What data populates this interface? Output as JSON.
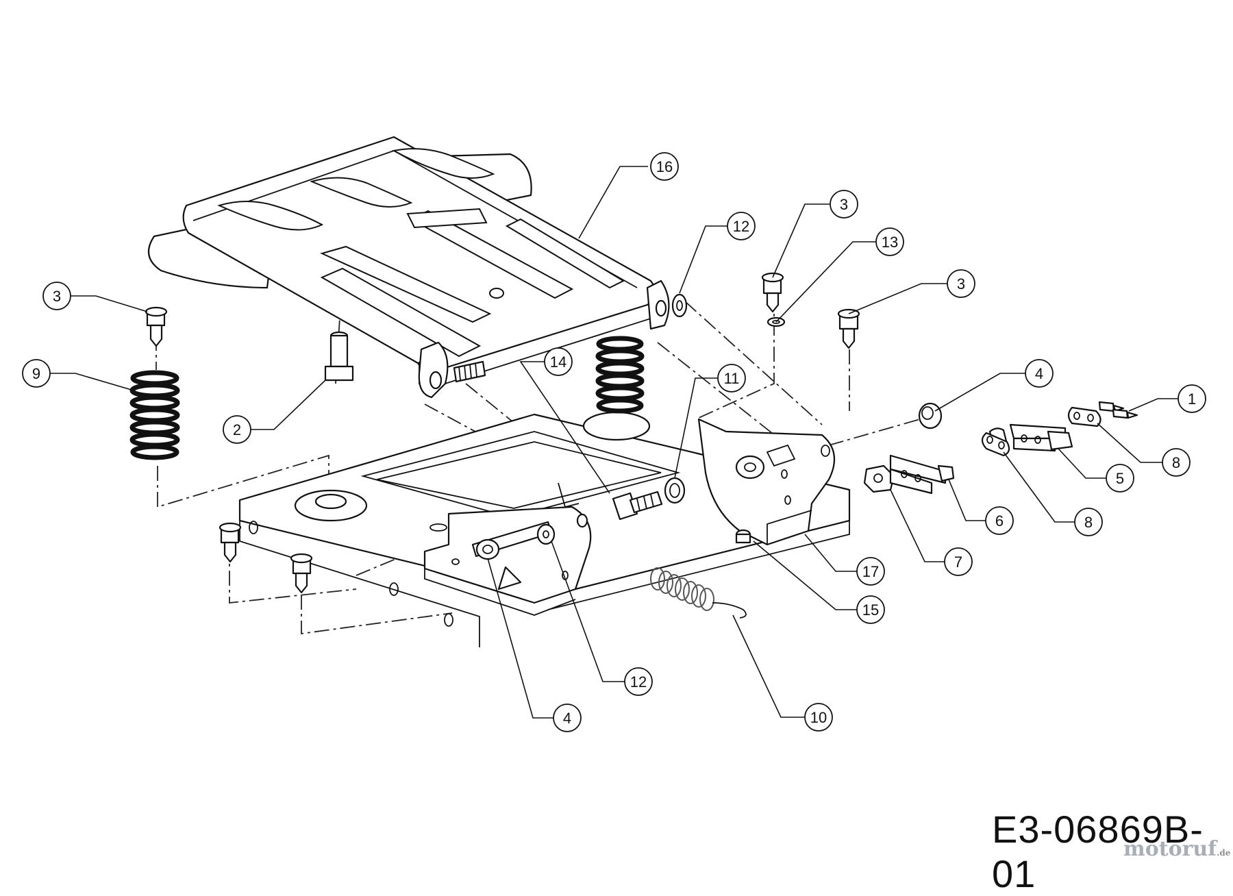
{
  "diagram": {
    "callouts": [
      {
        "label": "16",
        "target": "seat-plate"
      },
      {
        "label": "3",
        "target": "bolt-left"
      },
      {
        "label": "9",
        "target": "spring-left"
      },
      {
        "label": "2",
        "target": "pivot-pin"
      },
      {
        "label": "14",
        "target": "hinge-bolt"
      },
      {
        "label": "12",
        "target": "washer-top"
      },
      {
        "label": "3",
        "target": "bolt-center"
      },
      {
        "label": "13",
        "target": "lock-washer"
      },
      {
        "label": "3",
        "target": "bolt-right"
      },
      {
        "label": "11",
        "target": "ring"
      },
      {
        "label": "4",
        "target": "bushing-right"
      },
      {
        "label": "1",
        "target": "rivet"
      },
      {
        "label": "8",
        "target": "plate-right"
      },
      {
        "label": "5",
        "target": "clip"
      },
      {
        "label": "8",
        "target": "plate-mid"
      },
      {
        "label": "6",
        "target": "bracket-small"
      },
      {
        "label": "7",
        "target": "switch"
      },
      {
        "label": "17",
        "target": "bracket-large"
      },
      {
        "label": "15",
        "target": "bolt-lower"
      },
      {
        "label": "10",
        "target": "tension-spring"
      },
      {
        "label": "12",
        "target": "washer-lower"
      },
      {
        "label": "4",
        "target": "bushing-lower"
      }
    ]
  },
  "drawing_code": "E3-06869B-01",
  "watermark": {
    "brand": "motoruf",
    "tld": ".de"
  }
}
